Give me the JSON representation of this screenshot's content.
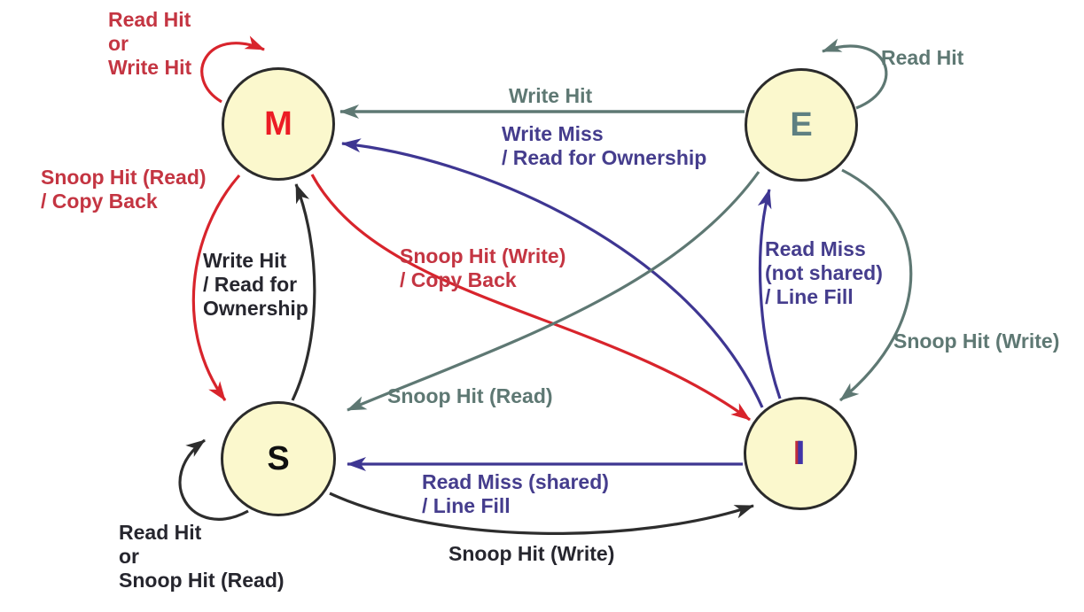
{
  "diagram": {
    "type": "state-diagram",
    "subject": "MESI cache coherence protocol",
    "nodes": {
      "m": {
        "label": "M",
        "letter_color": "#EC1C24"
      },
      "e": {
        "label": "E",
        "letter_color": "#5E8082"
      },
      "s": {
        "label": "S",
        "letter_color": "#101010"
      },
      "i": {
        "label": "I",
        "letter_color": "#4034A8"
      }
    },
    "labels": {
      "m_self": "Read Hit\nor\nWrite Hit",
      "m_to_s": "Snoop Hit (Read)\n/ Copy Back",
      "e_to_m": "Write Hit",
      "i_to_m": "Write Miss\n/ Read for Ownership",
      "e_self": "Read Hit",
      "s_to_m": "Write Hit\n/ Read for\nOwnership",
      "m_to_i": "Snoop Hit (Write)\n/ Copy Back",
      "i_to_e": "Read Miss\n(not shared)\n/ Line Fill",
      "e_to_i": "Snoop Hit (Write)",
      "e_to_s": "Snoop Hit (Read)",
      "i_to_s": "Read Miss (shared)\n/ Line Fill",
      "s_to_i": "Snoop Hit (Write)",
      "s_self": "Read Hit\nor\nSnoop Hit (Read)"
    },
    "colors": {
      "node_fill": "#FBF8CD",
      "node_border": "#2B2B2B",
      "arrow_red": "#D8242C",
      "arrow_gray": "#5E7873",
      "arrow_purple": "#3E3692",
      "arrow_black": "#2D2D2D",
      "label_red": "#C43542",
      "label_gray": "#5E7873",
      "label_purple": "#453D8D",
      "label_black": "#26262E"
    }
  }
}
